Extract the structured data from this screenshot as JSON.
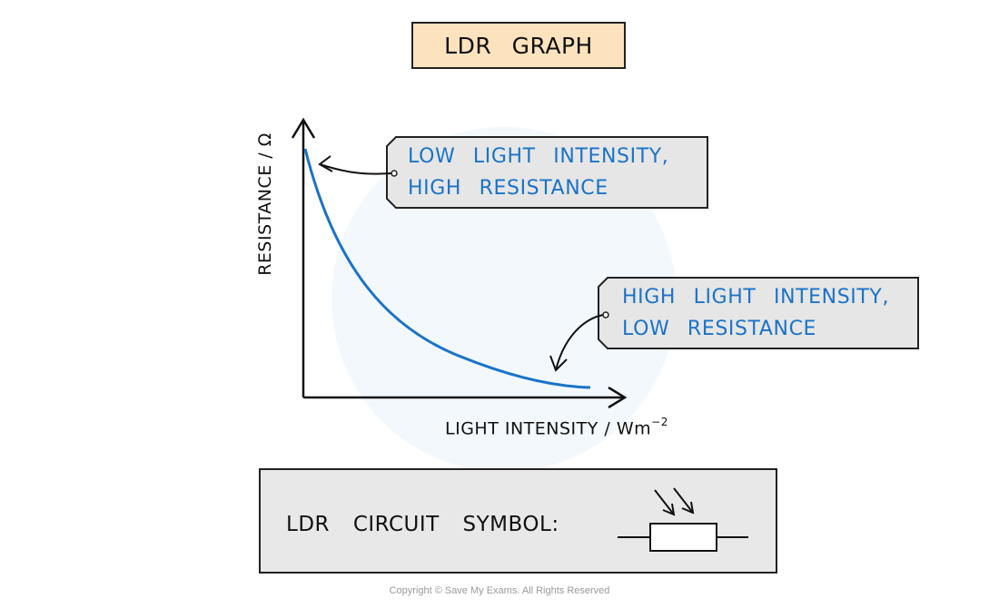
{
  "title": "LDR GRAPH",
  "graph": {
    "y_axis_label": "RESISTANCE / Ω",
    "x_axis_label_main": "LIGHT INTENSITY /",
    "x_axis_label_unit": "Wm",
    "x_axis_label_exponent": "−2",
    "curve_color": "#1a73c8",
    "curve_shape": "decreasing exponential (inverse relationship)"
  },
  "callouts": [
    {
      "lines": [
        "LOW LIGHT INTENSITY,",
        "HIGH RESISTANCE"
      ],
      "points_to": "high end of curve (top-left)"
    },
    {
      "lines": [
        "HIGH LIGHT INTENSITY,",
        "LOW RESISTANCE"
      ],
      "points_to": "low end of curve (bottom-right)"
    }
  ],
  "symbol_panel": {
    "label": "LDR CIRCUIT SYMBOL:",
    "symbol": "resistor rectangle with two incoming light arrows"
  },
  "colors": {
    "title_bg": "#fde3bd",
    "callout_bg": "#e6e6e6",
    "text_blue": "#1a73c8",
    "panel_bg": "#e8e8e8"
  },
  "copyright": "Copyright © Save My Exams. All Rights Reserved"
}
